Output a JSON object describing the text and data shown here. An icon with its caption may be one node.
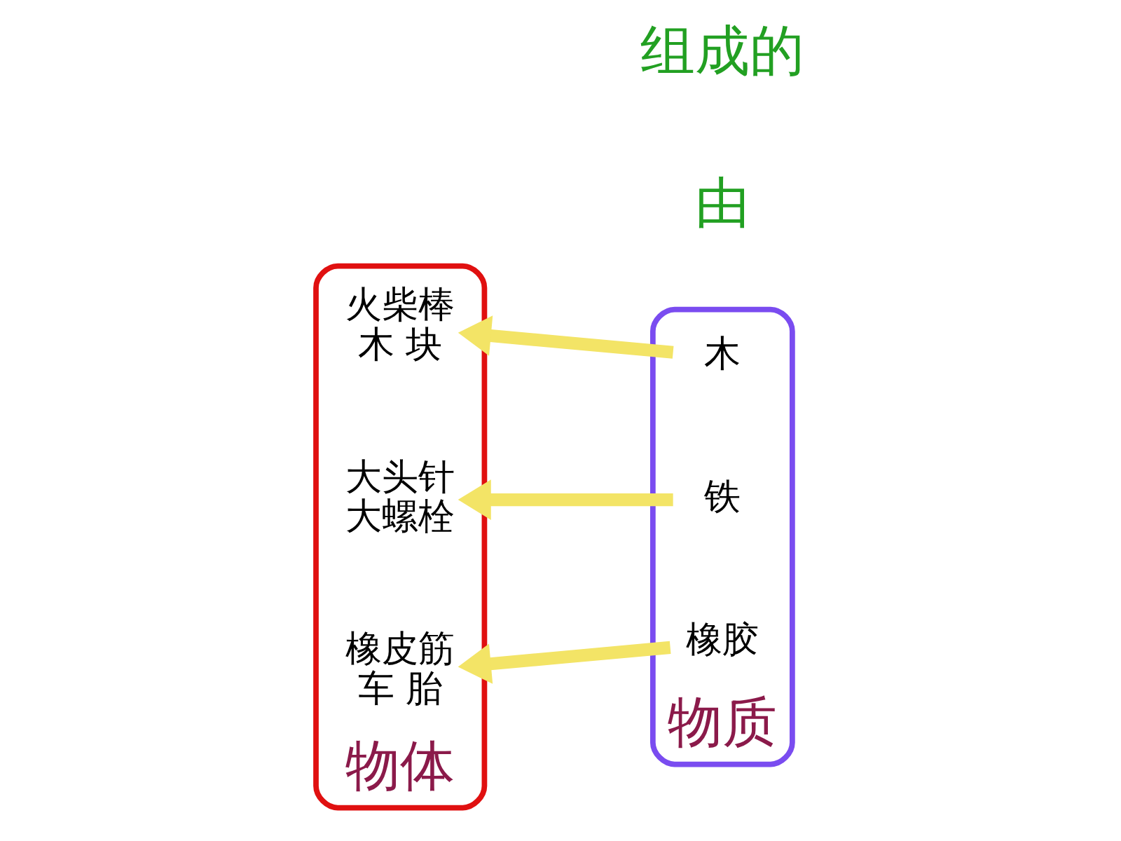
{
  "diagram": {
    "nodes": [
      {
        "text": [
          "物体"
        ]
      },
      {
        "text": [
          "火柴棒",
          "木 块"
        ],
        "in": 0
      },
      {
        "text": [
          "大头针",
          "大螺栓"
        ],
        "in": 0
      },
      {
        "text": [
          "橡皮筋",
          "车 胎"
        ],
        "in": 0
      },
      {
        "text": [
          "物质"
        ]
      },
      {
        "text": [
          "木"
        ],
        "in": 4
      },
      {
        "text": [
          "铁"
        ],
        "in": 4
      },
      {
        "text": [
          "橡胶"
        ],
        "in": 4
      }
    ],
    "edges": [
      {
        "from": 5,
        "to": 1,
        "arrow": "to"
      },
      {
        "from": 6,
        "to": 2,
        "arrow": "to"
      },
      {
        "from": 7,
        "to": 3,
        "arrow": "to"
      }
    ],
    "labels": [
      "由",
      "组成的"
    ]
  }
}
